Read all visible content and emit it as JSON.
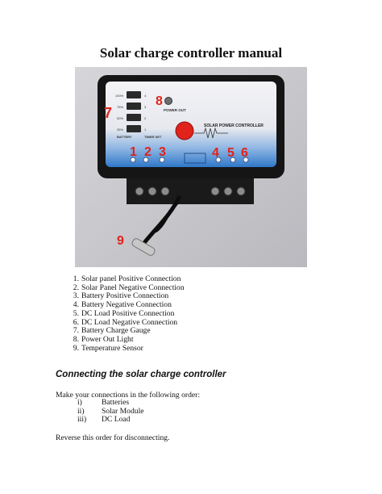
{
  "title": "Solar charge controller manual",
  "photo": {
    "callouts": [
      "1",
      "2",
      "3",
      "4",
      "5",
      "6",
      "7",
      "8",
      "9"
    ],
    "device_text": {
      "brand": "SOLAR POWER CONTROLLER",
      "power_out": "POWER OUT",
      "battery": "BATTERY",
      "timer": "TIMER SET",
      "gauge_levels": [
        "100%",
        "75%",
        "50%",
        "25%"
      ],
      "gauge_numbers": [
        "4",
        "3",
        "2",
        "1"
      ]
    },
    "colors": {
      "callout": "#e0231b",
      "housing": "#151515",
      "panel_top": "#f4f4f6",
      "panel_bottom": "#2f78c9",
      "background": "#c9c9cd"
    }
  },
  "items": [
    {
      "num": "1.",
      "text": "Solar panel Positive Connection"
    },
    {
      "num": "2.",
      "text": "Solar Panel Negative Connection"
    },
    {
      "num": "3.",
      "text": "Battery Positive Connection"
    },
    {
      "num": "4.",
      "text": "Battery Negative Connection"
    },
    {
      "num": "5.",
      "text": "DC Load Positive Connection"
    },
    {
      "num": "6.",
      "text": "DC Load Negative Connection"
    },
    {
      "num": "7.",
      "text": "Battery Charge Gauge"
    },
    {
      "num": "8.",
      "text": "Power Out Light"
    },
    {
      "num": "9.",
      "text": "Temperature Sensor"
    }
  ],
  "section_heading": "Connecting the solar charge controller",
  "intro": "Make your connections in the following order:",
  "order": [
    {
      "num": "i)",
      "text": "Batteries"
    },
    {
      "num": "ii)",
      "text": "Solar Module"
    },
    {
      "num": "iii)",
      "text": "DC Load"
    }
  ],
  "reverse_note": "Reverse this order for disconnecting."
}
